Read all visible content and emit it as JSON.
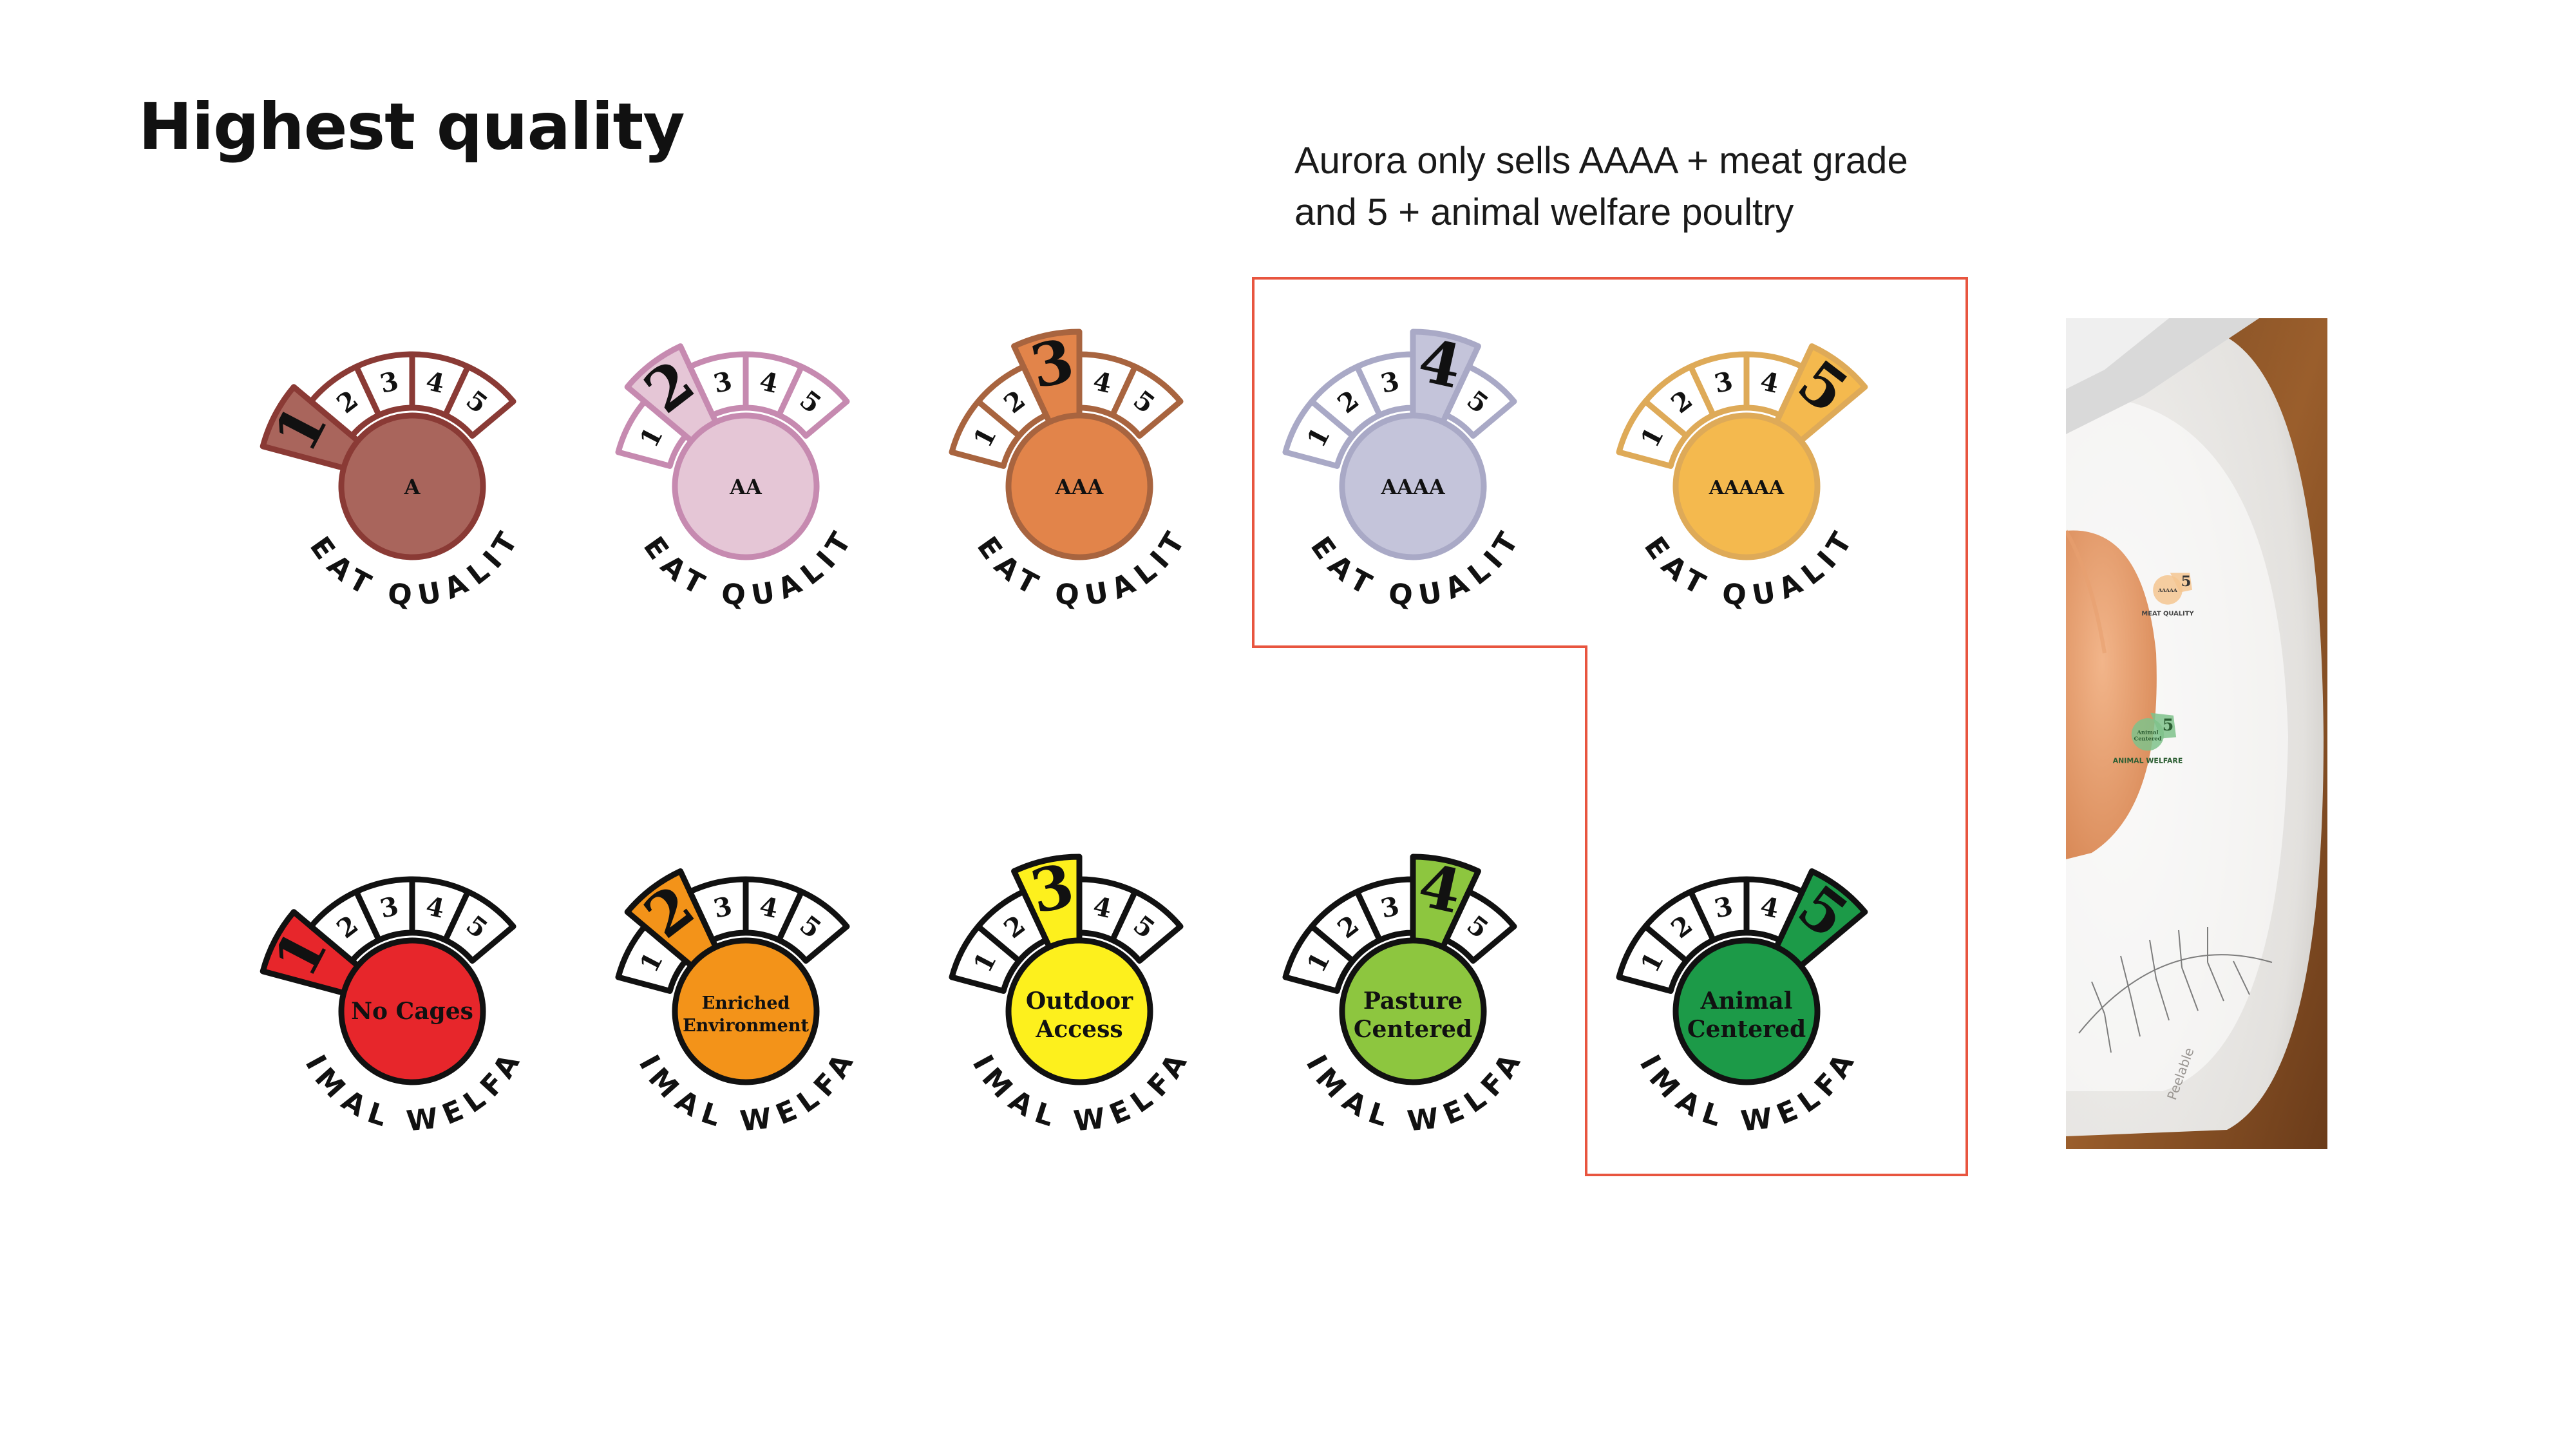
{
  "title": "Highest quality",
  "note": {
    "line1": "Aurora only sells AAAA + meat grade",
    "line2": "and 5 + animal welfare poultry"
  },
  "colors": {
    "highlight_outline": "#e8553f",
    "ink": "#111111"
  },
  "meat_quality": {
    "arc_label": "MEAT QUALITY",
    "badges": [
      {
        "level": "1",
        "grade": "A",
        "fill": "#a9655c",
        "stroke": "#8a3a35"
      },
      {
        "level": "2",
        "grade": "AA",
        "fill": "#e5c6d6",
        "stroke": "#c68ab0"
      },
      {
        "level": "3",
        "grade": "AAA",
        "fill": "#e2844a",
        "stroke": "#a8643f"
      },
      {
        "level": "4",
        "grade": "AAAA",
        "fill": "#c4c4da",
        "stroke": "#a9a9c6"
      },
      {
        "level": "5",
        "grade": "AAAAA",
        "fill": "#f4b94e",
        "stroke": "#deaa58"
      }
    ]
  },
  "animal_welfare": {
    "arc_label": "ANIMAL WELFARE",
    "badges": [
      {
        "level": "1",
        "line1": "No Cages",
        "line2": "",
        "fill": "#e7262b",
        "stroke": "#111111"
      },
      {
        "level": "2",
        "line1": "Enriched",
        "line2": "Environment",
        "fill": "#f39319",
        "stroke": "#111111"
      },
      {
        "level": "3",
        "line1": "Outdoor",
        "line2": "Access",
        "fill": "#fdf01d",
        "stroke": "#111111"
      },
      {
        "level": "4",
        "line1": "Pasture",
        "line2": "Centered",
        "fill": "#8dc63f",
        "stroke": "#111111"
      },
      {
        "level": "5",
        "line1": "Animal",
        "line2": "Centered",
        "fill": "#1c9a48",
        "stroke": "#111111"
      }
    ]
  },
  "package_photo": {
    "sticker_meat": {
      "grade": "AAAAA",
      "label": "MEAT QUALITY",
      "level": "5"
    },
    "sticker_welfare": {
      "line1": "Animal",
      "line2": "Centered",
      "label": "ANIMAL WELFARE",
      "level": "5"
    },
    "tray_text": "Peelable"
  }
}
